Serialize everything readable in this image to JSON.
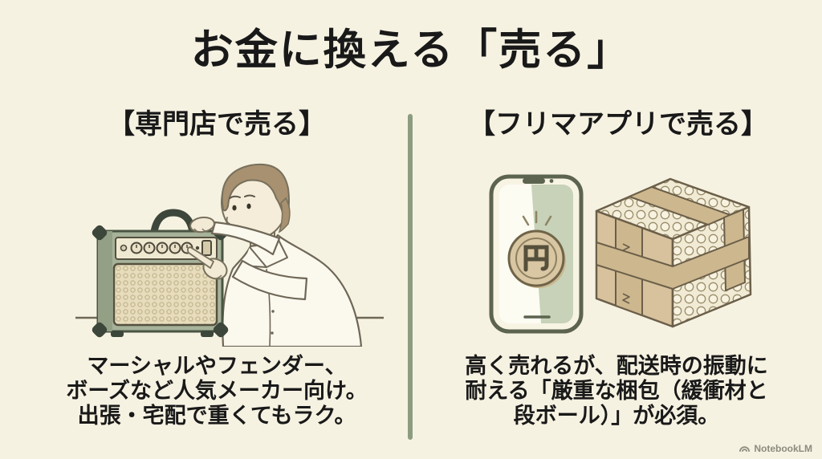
{
  "slide": {
    "title": "お金に換える「売る」",
    "watermark": {
      "icon": "notebooklm-logo-icon",
      "label": "NotebookLM"
    }
  },
  "columns": {
    "left": {
      "heading": "【専門店で売る】",
      "illustration": "man-inspecting-guitar-amplifier",
      "caption_lines": [
        "マーシャルやフェンダー、",
        "ボーズなど人気メーカー向け。",
        "出張・宅配で重くてもラク。"
      ]
    },
    "right": {
      "heading": "【フリマアプリで売る】",
      "illustration": "smartphone-yen-coin-and-bubble-wrapped-parcel",
      "coin_character": "円",
      "caption_lines": [
        "高く売れるが、配送時の振動に",
        "耐える「厳重な梱包（緩衝材と",
        "段ボール）」が必須。"
      ]
    }
  },
  "colors": {
    "background": "#F6F2E2",
    "text": "#191919",
    "divider": "#8C9C80",
    "amp_green": "#A7B29A",
    "panel_cream": "#EFE9D2",
    "grille_tan": "#E7DDBD",
    "kraft": "#D8C29E",
    "tape_band": "#CDB78E",
    "coin_tan": "#D9C6A2",
    "phone_frame": "#5C6450",
    "screen_sage": "#C7D2B8",
    "watermark_gray": "#8B8B7E"
  }
}
